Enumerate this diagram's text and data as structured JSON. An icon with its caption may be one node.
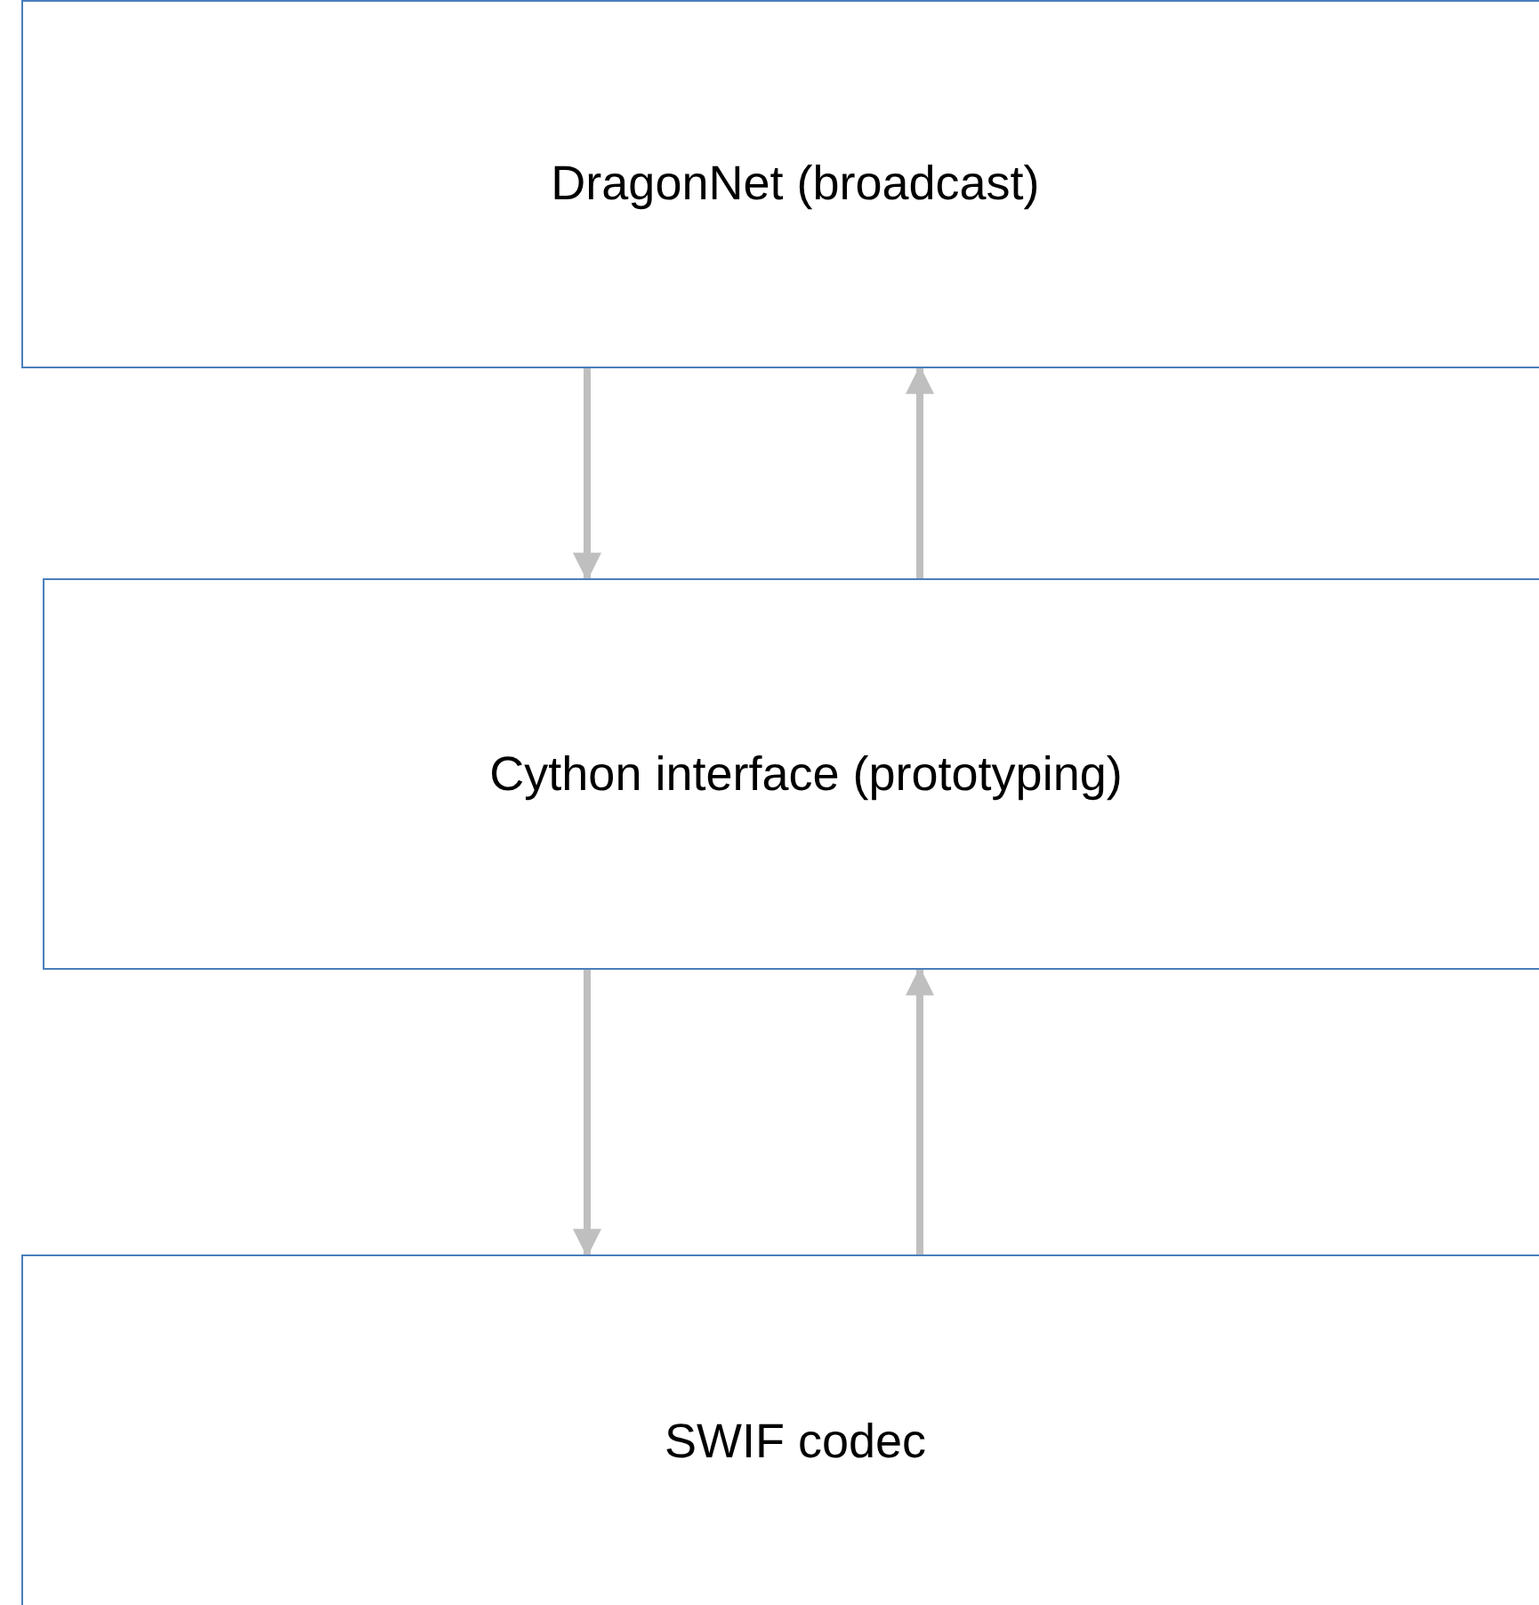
{
  "diagram": {
    "nodes": [
      {
        "text": [
          "DragonNet (broadcast)"
        ]
      },
      {
        "text": [
          "Cython interface (prototyping)"
        ]
      },
      {
        "text": [
          "SWIF codec"
        ]
      }
    ],
    "edges": [
      {
        "from": 0,
        "to": 1,
        "arrow": "to"
      },
      {
        "from": 1,
        "to": 0,
        "arrow": "to"
      },
      {
        "from": 1,
        "to": 2,
        "arrow": "to"
      },
      {
        "from": 2,
        "to": 1,
        "arrow": "to"
      }
    ]
  }
}
